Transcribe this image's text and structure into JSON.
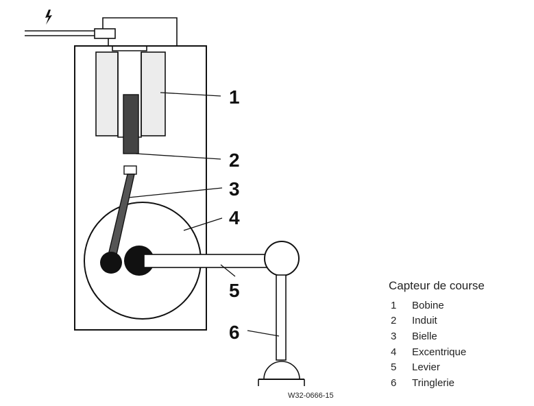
{
  "callouts": [
    "1",
    "2",
    "3",
    "4",
    "5",
    "6"
  ],
  "legend": {
    "title": "Capteur de course",
    "items": [
      {
        "num": "1",
        "label": "Bobine"
      },
      {
        "num": "2",
        "label": "Induit"
      },
      {
        "num": "3",
        "label": "Bielle"
      },
      {
        "num": "4",
        "label": "Excentrique"
      },
      {
        "num": "5",
        "label": "Levier"
      },
      {
        "num": "6",
        "label": "Tringlerie"
      }
    ]
  },
  "reference": "W32-0666-15",
  "colors": {
    "ink": "#111111",
    "fill_gray": "#ececec",
    "armature": "#444444",
    "background": "#ffffff"
  },
  "icons": {
    "voltage": "lightning-icon"
  }
}
